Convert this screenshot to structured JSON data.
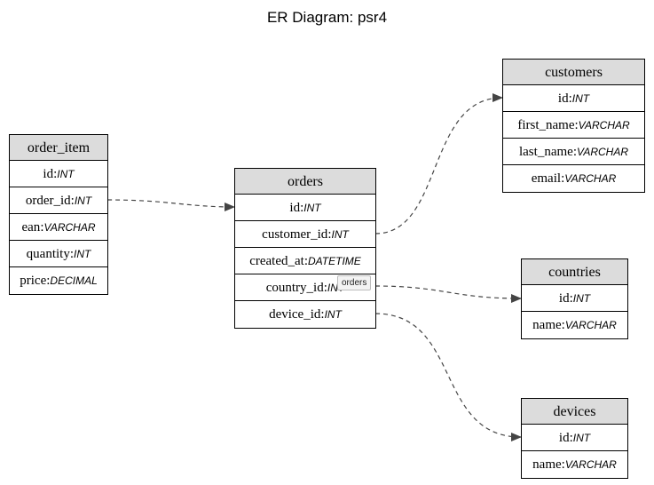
{
  "title": "ER Diagram: psr4",
  "tooltip": "orders",
  "tables": {
    "order_item": {
      "name": "order_item",
      "fields": [
        {
          "name": "id",
          "type": "INT"
        },
        {
          "name": "order_id",
          "type": "INT"
        },
        {
          "name": "ean",
          "type": "VARCHAR"
        },
        {
          "name": "quantity",
          "type": "INT"
        },
        {
          "name": "price",
          "type": "DECIMAL"
        }
      ]
    },
    "orders": {
      "name": "orders",
      "fields": [
        {
          "name": "id",
          "type": "INT"
        },
        {
          "name": "customer_id",
          "type": "INT"
        },
        {
          "name": "created_at",
          "type": "DATETIME"
        },
        {
          "name": "country_id",
          "type": "INT"
        },
        {
          "name": "device_id",
          "type": "INT"
        }
      ]
    },
    "customers": {
      "name": "customers",
      "fields": [
        {
          "name": "id",
          "type": "INT"
        },
        {
          "name": "first_name",
          "type": "VARCHAR"
        },
        {
          "name": "last_name",
          "type": "VARCHAR"
        },
        {
          "name": "email",
          "type": "VARCHAR"
        }
      ]
    },
    "countries": {
      "name": "countries",
      "fields": [
        {
          "name": "id",
          "type": "INT"
        },
        {
          "name": "name",
          "type": "VARCHAR"
        }
      ]
    },
    "devices": {
      "name": "devices",
      "fields": [
        {
          "name": "id",
          "type": "INT"
        },
        {
          "name": "name",
          "type": "VARCHAR"
        }
      ]
    }
  },
  "relations": [
    {
      "from": "order_item.order_id",
      "to": "orders.id"
    },
    {
      "from": "orders.customer_id",
      "to": "customers.id"
    },
    {
      "from": "orders.country_id",
      "to": "countries.id"
    },
    {
      "from": "orders.device_id",
      "to": "devices.id"
    }
  ]
}
